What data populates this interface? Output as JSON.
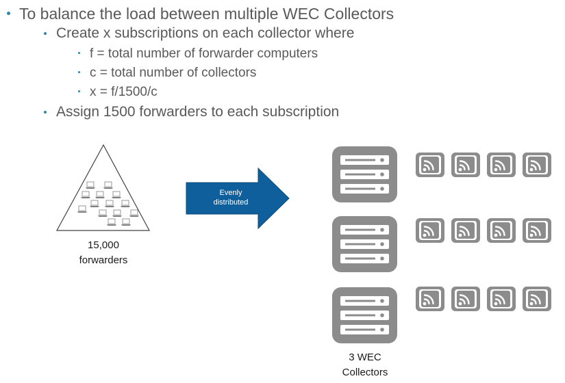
{
  "bullets": [
    {
      "level": 1,
      "text": "To balance the load between multiple WEC Collectors"
    },
    {
      "level": 2,
      "text": "Create x subscriptions on each collector where"
    },
    {
      "level": 3,
      "text": "f = total number of forwarder computers"
    },
    {
      "level": 3,
      "text": "c = total number of collectors"
    },
    {
      "level": 3,
      "text": "x = f/1500/c"
    },
    {
      "level": 2,
      "text": "Assign 1500 forwarders to each subscription"
    }
  ],
  "diagram": {
    "forwarders_count_label": "15,000",
    "forwarders_label": "forwarders",
    "arrow_line1": "Evenly",
    "arrow_line2": "distributed",
    "collectors_count_label": "3 WEC",
    "collectors_label": "Collectors",
    "colors": {
      "bullet": "#2e86a8",
      "arrow_fill": "#0f5f9c",
      "icon_gray": "#8c8c8c",
      "text": "#595959"
    },
    "icons": {
      "forwarder": "laptop-icon",
      "collector": "server-icon",
      "subscription": "rss-feed-icon"
    },
    "collector_count": 3,
    "subscriptions_per_collector": 4
  }
}
